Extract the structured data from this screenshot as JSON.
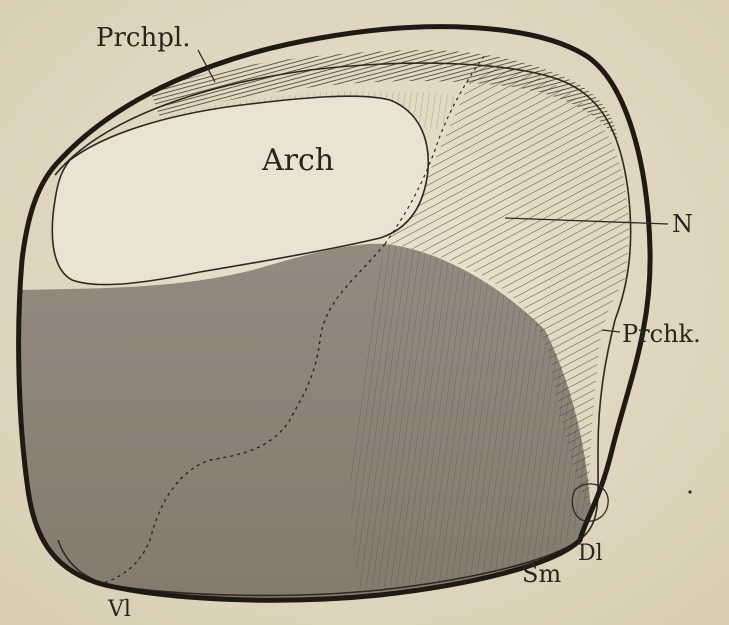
{
  "figure": {
    "labels": {
      "prchpl": "Prchpl.",
      "arch": "Arch",
      "n": "N",
      "prchk": "Prchk.",
      "dl": "Dl",
      "sm": "Sm",
      "vl": "Vl"
    }
  },
  "colors": {
    "paper": "#e6dcc6",
    "ink": "#2e2820",
    "shaded_region": "#8e8276",
    "hatch": "#4a4038"
  }
}
